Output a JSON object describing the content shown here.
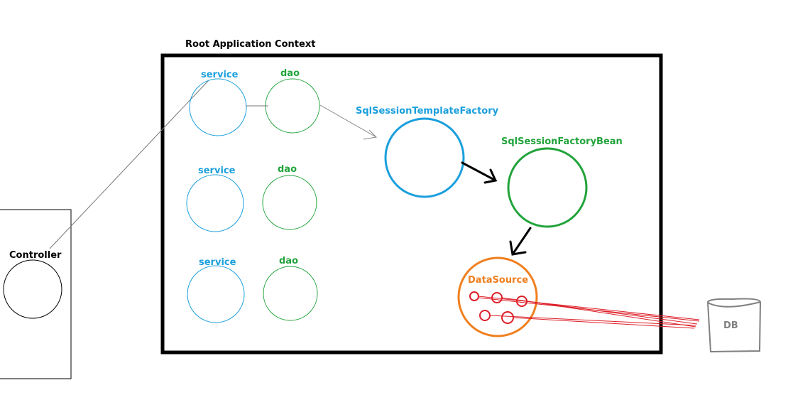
{
  "diagram": {
    "context_title": "Root Application Context",
    "controller_label": "Controller",
    "pairs": [
      {
        "service": "service",
        "dao": "dao"
      },
      {
        "service": "service",
        "dao": "dao"
      },
      {
        "service": "service",
        "dao": "dao"
      }
    ],
    "template_factory_label": "SqlSessionTemplateFactory",
    "factory_bean_label": "SqlSessionFactoryBean",
    "datasource_label": "DataSource",
    "db_label": "DB"
  },
  "colors": {
    "service": "#1a9fdc",
    "dao": "#22a33b",
    "datasource": "#f07f1e",
    "connection": "#dd1f28",
    "db": "#808080",
    "frame": "#000000"
  }
}
